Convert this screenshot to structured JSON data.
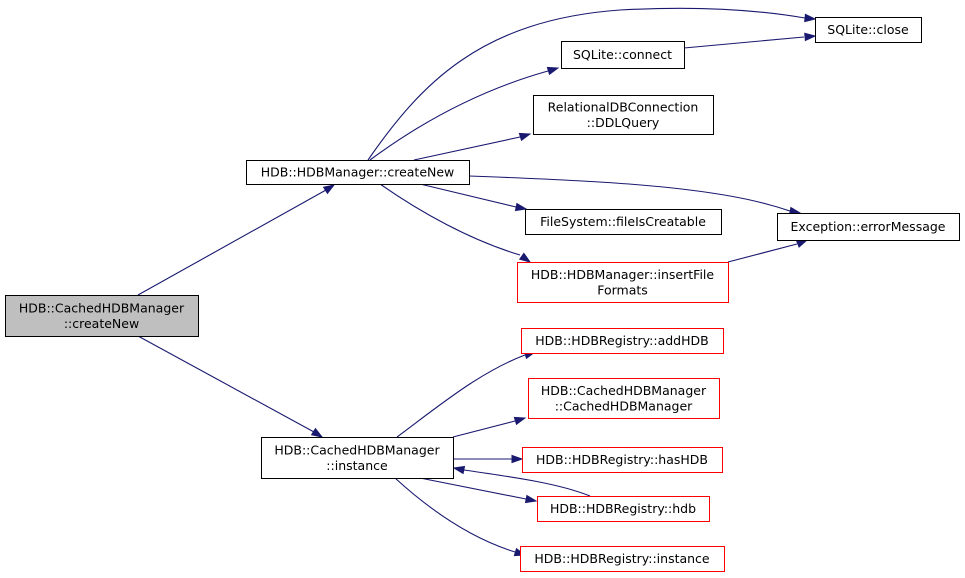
{
  "colors": {
    "edge": "#191970",
    "border_normal": "#000000",
    "border_truncated": "#ff0000",
    "root_fill": "#bfbfbf",
    "node_fill": "#ffffff"
  },
  "nodes": {
    "root": {
      "lines": [
        "HDB::CachedHDBManager",
        "::createNew"
      ],
      "style": "root"
    },
    "createNew": {
      "lines": [
        "HDB::HDBManager::createNew"
      ],
      "style": "normal"
    },
    "instance": {
      "lines": [
        "HDB::CachedHDBManager",
        "::instance"
      ],
      "style": "normal"
    },
    "sqliteClose": {
      "lines": [
        "SQLite::close"
      ],
      "style": "normal"
    },
    "sqliteConnect": {
      "lines": [
        "SQLite::connect"
      ],
      "style": "normal"
    },
    "ddlQuery": {
      "lines": [
        "RelationalDBConnection",
        "::DDLQuery"
      ],
      "style": "normal"
    },
    "fileIsCreatable": {
      "lines": [
        "FileSystem::fileIsCreatable"
      ],
      "style": "normal"
    },
    "errorMessage": {
      "lines": [
        "Exception::errorMessage"
      ],
      "style": "normal"
    },
    "insertFileFormats": {
      "lines": [
        "HDB::HDBManager::insertFile",
        "Formats"
      ],
      "style": "truncated"
    },
    "addHDB": {
      "lines": [
        "HDB::HDBRegistry::addHDB"
      ],
      "style": "truncated"
    },
    "cachedCtor": {
      "lines": [
        "HDB::CachedHDBManager",
        "::CachedHDBManager"
      ],
      "style": "truncated"
    },
    "hasHDB": {
      "lines": [
        "HDB::HDBRegistry::hasHDB"
      ],
      "style": "truncated"
    },
    "hdb": {
      "lines": [
        "HDB::HDBRegistry::hdb"
      ],
      "style": "truncated"
    },
    "registryInstance": {
      "lines": [
        "HDB::HDBRegistry::instance"
      ],
      "style": "truncated"
    }
  },
  "edges": [
    {
      "from": "root",
      "to": "createNew"
    },
    {
      "from": "root",
      "to": "instance"
    },
    {
      "from": "createNew",
      "to": "sqliteClose"
    },
    {
      "from": "createNew",
      "to": "sqliteConnect"
    },
    {
      "from": "createNew",
      "to": "ddlQuery"
    },
    {
      "from": "createNew",
      "to": "errorMessage"
    },
    {
      "from": "createNew",
      "to": "fileIsCreatable"
    },
    {
      "from": "createNew",
      "to": "insertFileFormats"
    },
    {
      "from": "sqliteConnect",
      "to": "sqliteClose"
    },
    {
      "from": "insertFileFormats",
      "to": "errorMessage"
    },
    {
      "from": "instance",
      "to": "addHDB"
    },
    {
      "from": "instance",
      "to": "cachedCtor"
    },
    {
      "from": "instance",
      "to": "hasHDB"
    },
    {
      "from": "instance",
      "to": "hdb"
    },
    {
      "from": "instance",
      "to": "registryInstance"
    },
    {
      "from": "hdb",
      "to": "instance"
    }
  ]
}
